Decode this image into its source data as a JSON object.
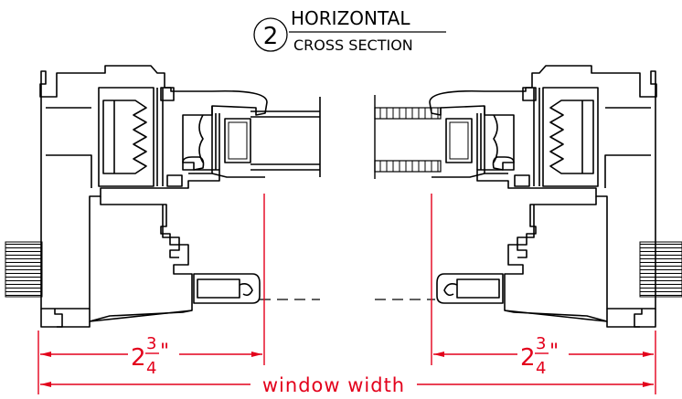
{
  "title": {
    "number": "2",
    "line1": "HORIZONTAL",
    "line2": "CROSS SECTION"
  },
  "dimensions": {
    "left_frame": {
      "whole": "2",
      "numerator": "3",
      "denominator": "4",
      "unit": "\""
    },
    "right_frame": {
      "whole": "2",
      "numerator": "3",
      "denominator": "4",
      "unit": "\""
    },
    "overall": "window width"
  },
  "colors": {
    "linework": "#000000",
    "dimension": "#e3001b",
    "background": "#ffffff"
  }
}
